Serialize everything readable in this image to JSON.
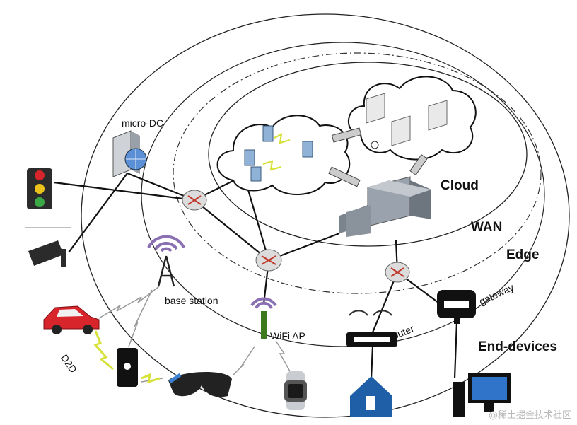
{
  "zones": {
    "cloud": "Cloud",
    "wan": "WAN",
    "edge": "Edge",
    "end_devices": "End-devices"
  },
  "labels": {
    "micro_dc": "micro-DC",
    "base_station": "base station",
    "wifi_ap": "WiFi AP",
    "router": "router",
    "gateway": "gateway",
    "d2d": "D2D"
  },
  "watermark": "@稀土掘金技术社区",
  "icons": {
    "traffic_light": "traffic-light-icon",
    "camera": "security-camera-icon",
    "car": "car-icon",
    "phone": "smartphone-icon",
    "glasses": "smart-glasses-icon",
    "watch": "smartwatch-icon",
    "smart_home": "smart-home-icon",
    "desktop": "desktop-computer-icon"
  },
  "colors": {
    "line": "#111111",
    "lightning": "#d6e23a",
    "wifi_green": "#3d7a1e",
    "wifi_purple": "#8a6fb3",
    "server": "#9aa3ad",
    "router": "#d9d9d9",
    "house": "#1f5fa8",
    "car": "#d8242b"
  }
}
